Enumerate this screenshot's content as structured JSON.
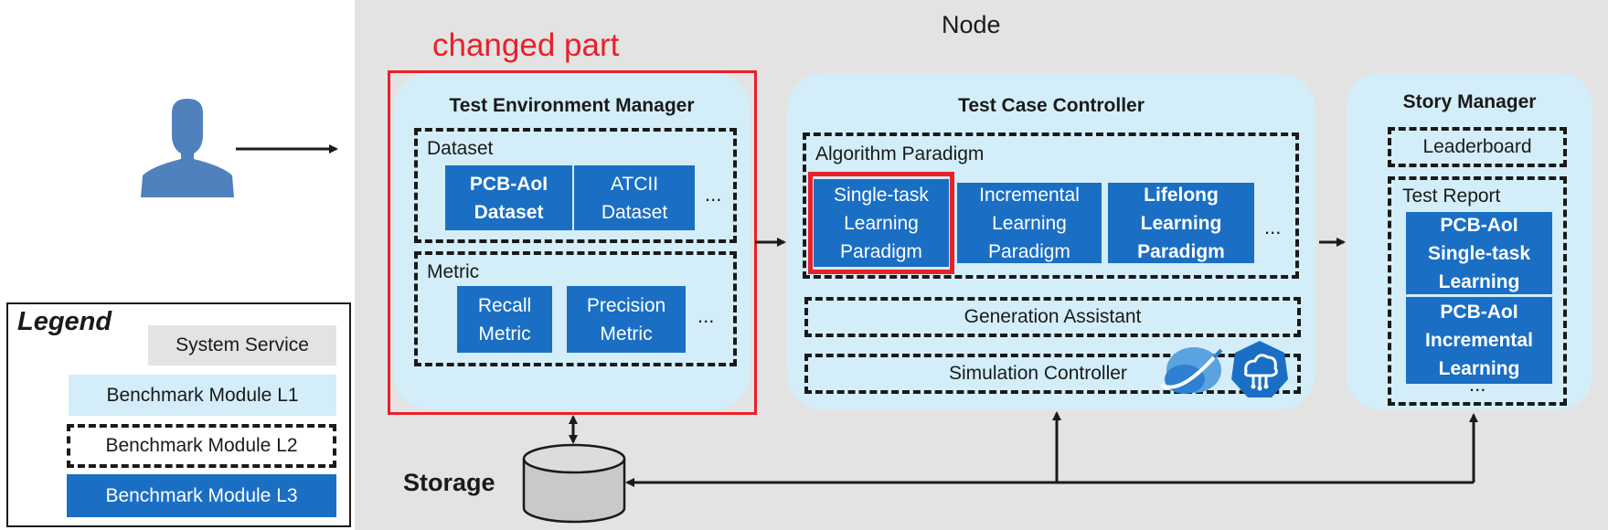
{
  "node_label": "Node",
  "changed_part_label": "changed part",
  "storage_label": "Storage",
  "ellipsis": "...",
  "test_env": {
    "title": "Test Environment Manager",
    "dataset": {
      "label": "Dataset",
      "items": [
        "PCB-AoI Dataset",
        "ATCII Dataset"
      ]
    },
    "metric": {
      "label": "Metric",
      "items": [
        "Recall Metric",
        "Precision Metric"
      ]
    }
  },
  "test_case": {
    "title": "Test Case Controller",
    "paradigm": {
      "label": "Algorithm Paradigm",
      "items": [
        "Single-task Learning Paradigm",
        "Incremental Learning Paradigm",
        "Lifelong Learning Paradigm"
      ]
    },
    "generation_assistant": "Generation Assistant",
    "simulation_controller": "Simulation Controller"
  },
  "story": {
    "title": "Story Manager",
    "leaderboard": "Leaderboard",
    "test_report": {
      "label": "Test Report",
      "items": [
        "PCB-AoI Single-task Learning",
        "PCB-AoI Incremental Learning"
      ]
    }
  },
  "legend": {
    "title": "Legend",
    "items": [
      "System Service",
      "Benchmark Module L1",
      "Benchmark Module L2",
      "Benchmark Module L3"
    ]
  },
  "colors": {
    "system_service": "#e3e3e3",
    "module_l1": "#d3eef8",
    "module_l3": "#1a6fc4",
    "highlight": "#e8202a"
  },
  "icons": [
    "user-icon",
    "storage-cylinder-icon",
    "cloud-icon",
    "kubeedge-icon"
  ]
}
